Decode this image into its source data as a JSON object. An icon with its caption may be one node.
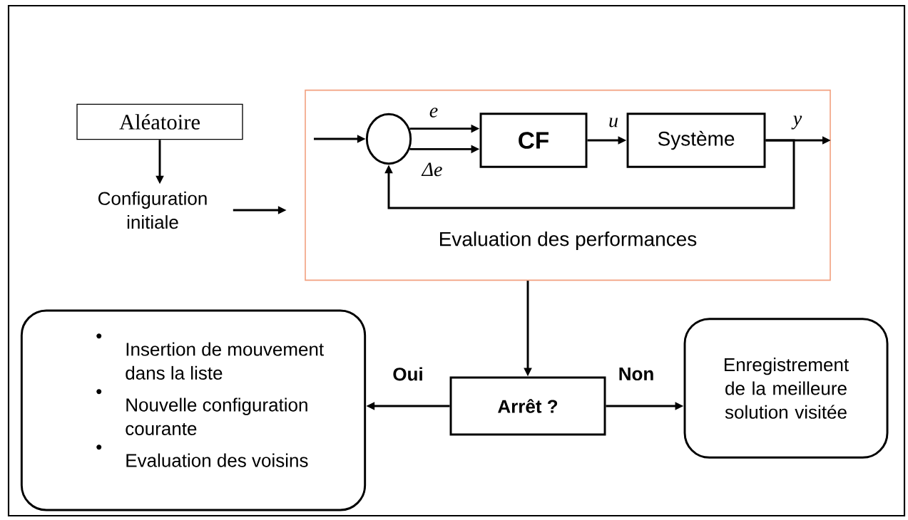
{
  "diagram": {
    "nodes": [
      {
        "text": [
          "Aléatoire"
        ]
      },
      {
        "text": [
          "Configuration initiale"
        ]
      },
      {
        "text": [
          "Evaluation des performances"
        ]
      },
      {
        "text": [],
        "shape": "circle",
        "in": 2
      },
      {
        "text": [
          "CF"
        ],
        "in": 2
      },
      {
        "text": [
          "Système"
        ],
        "in": 2
      },
      {
        "text": [
          "Arrêt ?"
        ]
      },
      {
        "text": [
          "Insertion de mouvement dans la liste",
          "Nouvelle configuration courante",
          "Evaluation des voisins"
        ]
      },
      {
        "text": [
          "Enregistrement de la meilleure solution visitée"
        ]
      }
    ],
    "edges": [
      {
        "from": 0,
        "to": 1,
        "arrow": "to"
      },
      {
        "from": 1,
        "to": 2,
        "arrow": "to"
      },
      {
        "from": null,
        "to": 3,
        "arrow": "to"
      },
      {
        "from": 3,
        "to": 4,
        "arrow": "to",
        "label": "e"
      },
      {
        "from": 3,
        "to": 4,
        "arrow": "to",
        "label": "Δe"
      },
      {
        "from": 4,
        "to": 5,
        "arrow": "to",
        "label": "u"
      },
      {
        "from": 5,
        "to": null,
        "arrow": "to",
        "label": "y"
      },
      {
        "from": 5,
        "to": 3,
        "arrow": "to"
      },
      {
        "from": 2,
        "to": 6,
        "arrow": "to"
      },
      {
        "from": 6,
        "to": 7,
        "arrow": "to",
        "label": "Oui"
      },
      {
        "from": 6,
        "to": 8,
        "arrow": "to",
        "label": "Non"
      }
    ]
  }
}
